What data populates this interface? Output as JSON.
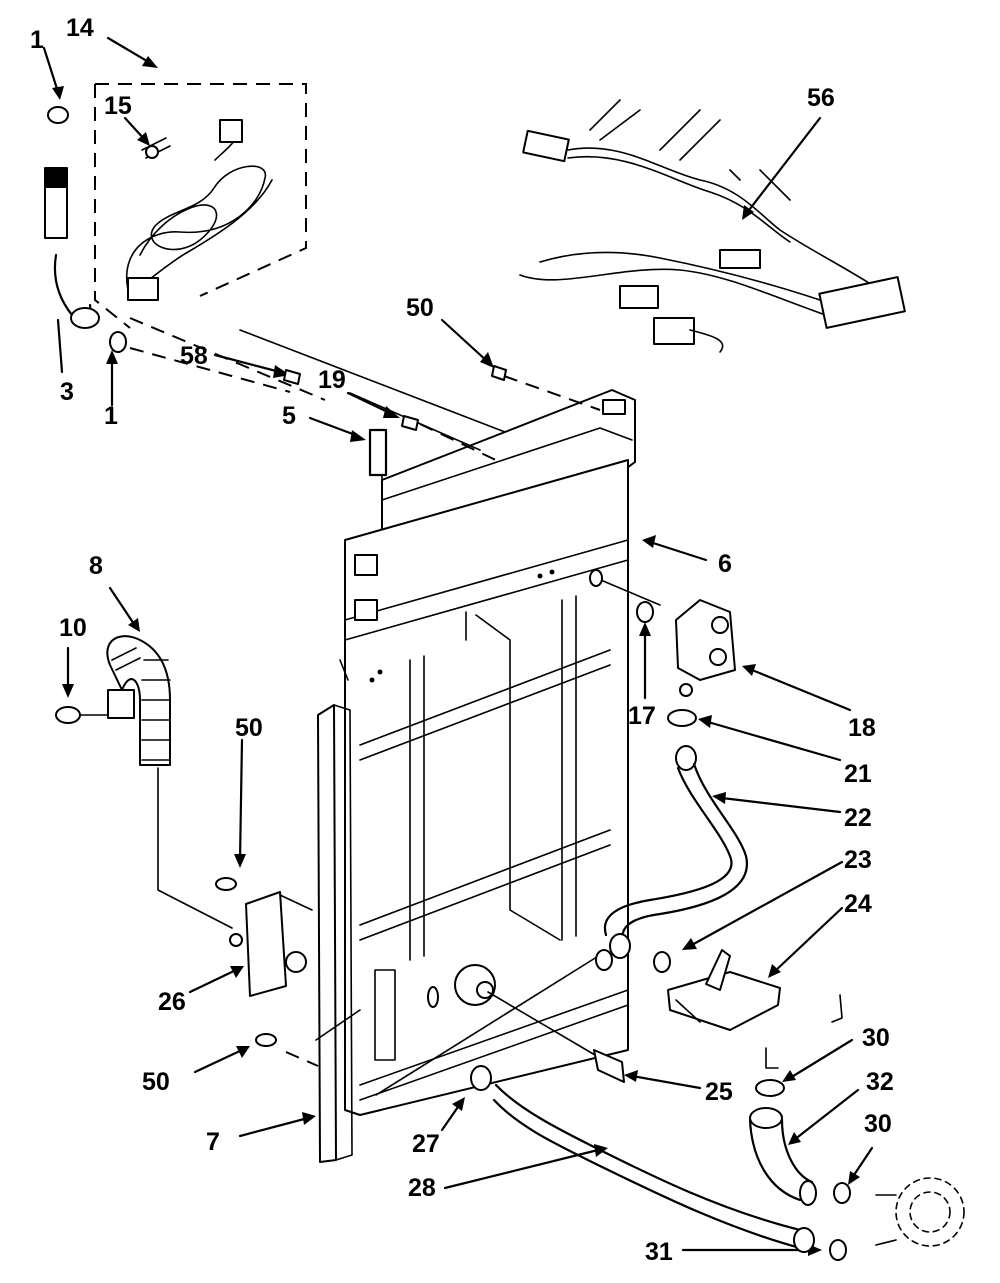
{
  "callouts": [
    {
      "id": "c1a",
      "text": "1"
    },
    {
      "id": "c14",
      "text": "14"
    },
    {
      "id": "c15",
      "text": "15"
    },
    {
      "id": "c56",
      "text": "56"
    },
    {
      "id": "c3",
      "text": "3"
    },
    {
      "id": "c1b",
      "text": "1"
    },
    {
      "id": "c58",
      "text": "58"
    },
    {
      "id": "c19",
      "text": "19"
    },
    {
      "id": "c50a",
      "text": "50"
    },
    {
      "id": "c5",
      "text": "5"
    },
    {
      "id": "c6",
      "text": "6"
    },
    {
      "id": "c8",
      "text": "8"
    },
    {
      "id": "c10",
      "text": "10"
    },
    {
      "id": "c50b",
      "text": "50"
    },
    {
      "id": "c17",
      "text": "17"
    },
    {
      "id": "c18",
      "text": "18"
    },
    {
      "id": "c21",
      "text": "21"
    },
    {
      "id": "c22",
      "text": "22"
    },
    {
      "id": "c23",
      "text": "23"
    },
    {
      "id": "c24",
      "text": "24"
    },
    {
      "id": "c26",
      "text": "26"
    },
    {
      "id": "c50c",
      "text": "50"
    },
    {
      "id": "c30a",
      "text": "30"
    },
    {
      "id": "c25",
      "text": "25"
    },
    {
      "id": "c32",
      "text": "32"
    },
    {
      "id": "c7",
      "text": "7"
    },
    {
      "id": "c27",
      "text": "27"
    },
    {
      "id": "c30b",
      "text": "30"
    },
    {
      "id": "c28",
      "text": "28"
    },
    {
      "id": "c31",
      "text": "31"
    }
  ]
}
